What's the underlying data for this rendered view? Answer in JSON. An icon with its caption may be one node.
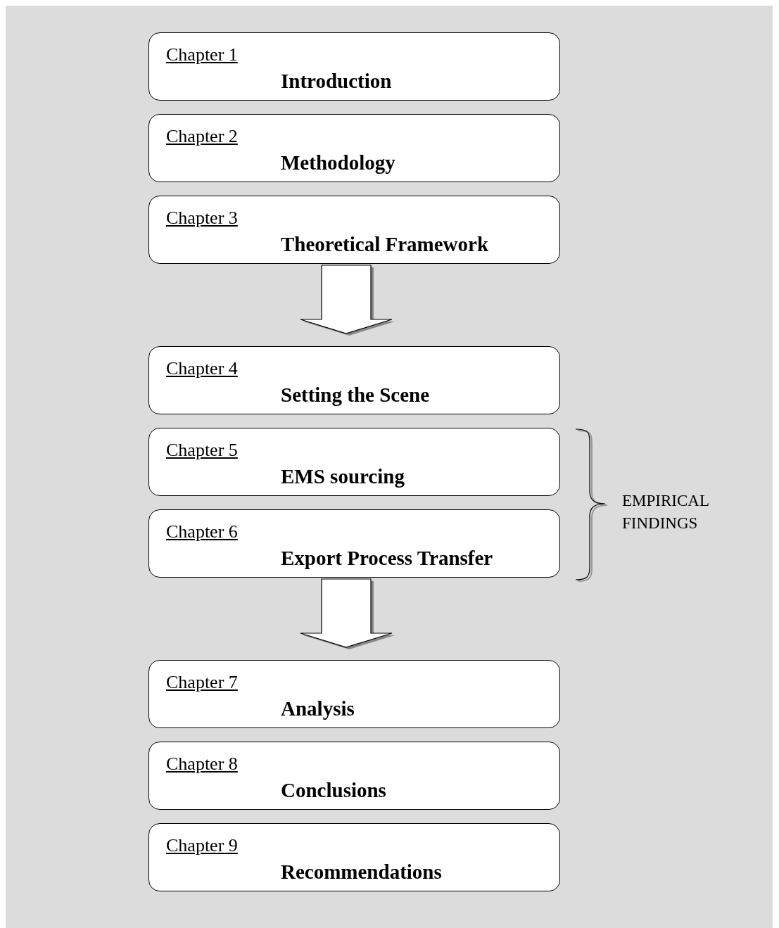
{
  "diagram": {
    "nodes": [
      {
        "text": [
          "Chapter 1",
          "Introduction"
        ]
      },
      {
        "text": [
          "Chapter 2",
          "Methodology"
        ]
      },
      {
        "text": [
          "Chapter 3",
          "Theoretical Framework"
        ]
      },
      {
        "text": [
          "Chapter 4",
          "Setting the Scene"
        ]
      },
      {
        "text": [
          "Chapter 5",
          "EMS sourcing"
        ]
      },
      {
        "text": [
          "Chapter 6",
          "Export Process Transfer"
        ]
      },
      {
        "text": [
          "Chapter 7",
          "Analysis"
        ]
      },
      {
        "text": [
          "Chapter 8",
          "Conclusions"
        ]
      },
      {
        "text": [
          "Chapter 9",
          "Recommendations"
        ]
      }
    ],
    "edges": [
      {
        "from": 2,
        "to": 3,
        "arrow": "to",
        "style": "thick"
      },
      {
        "from": 5,
        "to": 6,
        "arrow": "to",
        "style": "thick"
      }
    ],
    "labels": [
      "EMPIRICAL FINDINGS"
    ]
  }
}
